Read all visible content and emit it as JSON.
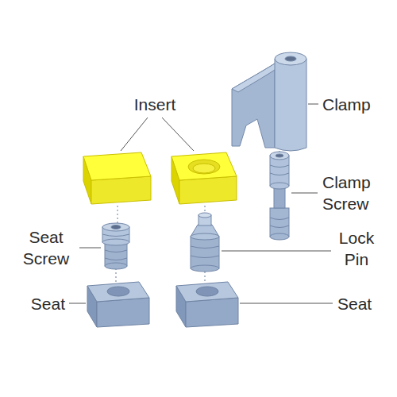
{
  "diagram": {
    "labels": [
      "Insert",
      "Clamp",
      "Clamp Screw",
      "Seat Screw",
      "Lock Pin",
      "Seat",
      "Seat"
    ]
  }
}
